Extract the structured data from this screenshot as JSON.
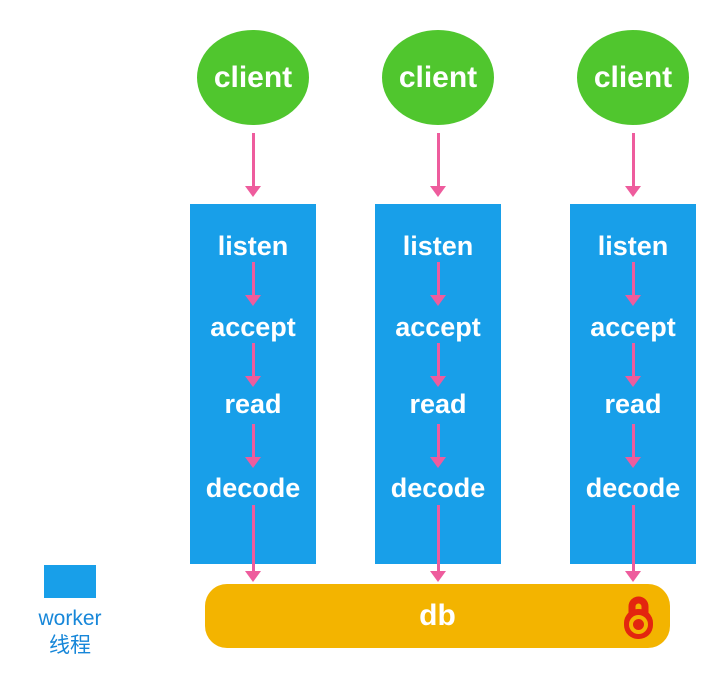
{
  "columns": [
    {
      "client": "client",
      "steps": [
        "listen",
        "accept",
        "read",
        "decode"
      ]
    },
    {
      "client": "client",
      "steps": [
        "listen",
        "accept",
        "read",
        "decode"
      ]
    },
    {
      "client": "client",
      "steps": [
        "listen",
        "accept",
        "read",
        "decode"
      ]
    }
  ],
  "db": {
    "label": "db"
  },
  "legend": {
    "line1": "worker",
    "line2": "线程"
  },
  "colors": {
    "client_green": "#50c62e",
    "worker_blue": "#189fe9",
    "arrow_pink": "#ee5c9d",
    "db_orange": "#f3b400",
    "lock_red": "#e3250f",
    "legend_text_blue": "#1787d9"
  }
}
